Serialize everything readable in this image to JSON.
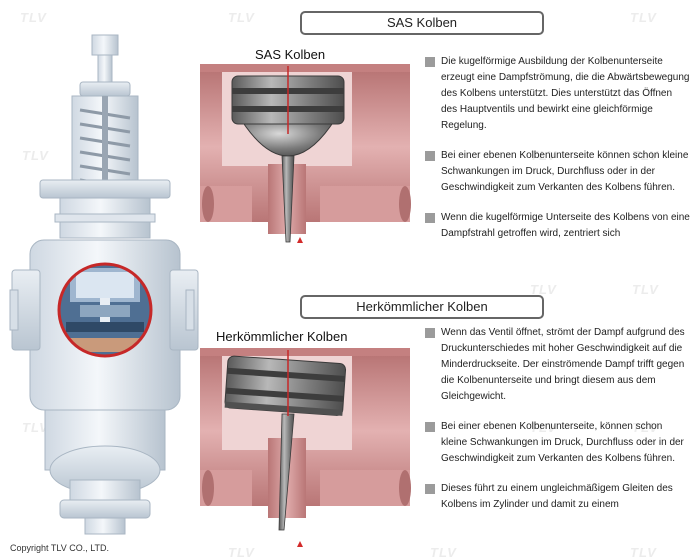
{
  "watermark": "TLV",
  "copyright": "Copyright TLV CO., LTD.",
  "colors": {
    "pipe_fill": "#c98b8b",
    "pipe_edge": "#8a4a4a",
    "piston_body": "#6f6f6f",
    "piston_light": "#bdbdbd",
    "arrow": "#d32a2a",
    "bullet": "#9b9b9b",
    "highlight_circle": "#c62828"
  },
  "sections": [
    {
      "title": "SAS Kolben",
      "diagram_label": "SAS Kolben",
      "paragraphs": [
        "Die kugelförmige Ausbildung der Kolbenunterseite erzeugt eine Dampfströmung, die die Abwärtsbewegung des Kolbens unterstützt. Dies unterstützt das Öffnen des Hauptventils und bewirkt eine gleichförmige Regelung.",
        "Bei einer ebenen Kolbenunterseite können schon kleine Schwankungen im Druck, Durchfluss oder in der Geschwindigkeit zum Verkanten des Kolbens führen.",
        "Wenn die kugelförmige Unterseite des Kolbens von eine Dampfstrahl getroffen wird, zentriert sich"
      ]
    },
    {
      "title": "Herkömmlicher Kolben",
      "diagram_label": "Herkömmlicher Kolben",
      "paragraphs": [
        "Wenn das Ventil öffnet, strömt der Dampf aufgrund des Druckunterschiedes mit hoher Geschwindigkeit auf die Minderdruckseite. Der einströmende Dampf trifft gegen die Kolbenunterseite und bringt diesem aus dem Gleichgewicht.",
        "Bei einer ebenen Kolbenunterseite, können schon kleine Schwankungen im Druck, Durchfluss oder in der Geschwindigkeit zum Verkanten des Kolbens führen.",
        "Dieses führt zu einem ungleichmäßigem Gleiten des Kolbens im Zylinder und damit zu einem"
      ]
    }
  ]
}
